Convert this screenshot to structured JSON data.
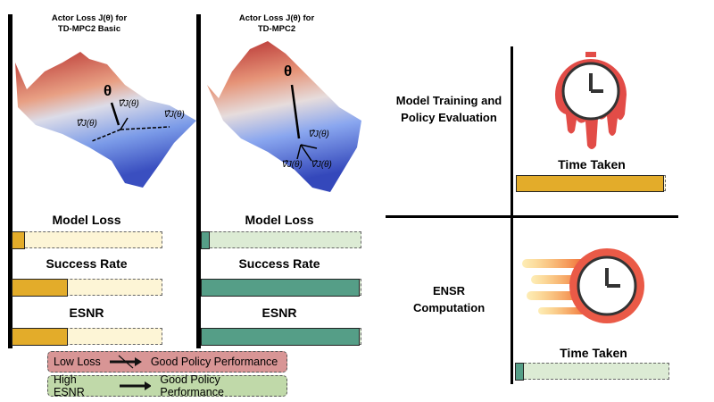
{
  "left_panel": {
    "title_line1": "Actor Loss J(θ) for",
    "title_line2": "TD-MPC2 Basic",
    "theta": "θ",
    "grad1": "∇̂J(θ)",
    "grad2": "∇̂J(θ)",
    "grad3": "∇̂J(θ)",
    "bars": [
      {
        "label": "Model Loss",
        "value": 0.09
      },
      {
        "label": "Success Rate",
        "value": 0.38
      },
      {
        "label": "ESNR",
        "value": 0.38
      }
    ]
  },
  "right_panel": {
    "title_line1": "Actor Loss J(θ) for",
    "title_line2": "TD-MPC2",
    "theta": "θ",
    "grad1": "∇̂J(θ)",
    "grad2": "∇̂J(θ)",
    "grad3": "∇̂J(θ)",
    "bars": [
      {
        "label": "Model Loss",
        "value": 0.06
      },
      {
        "label": "Success Rate",
        "value": 1.0
      },
      {
        "label": "ESNR",
        "value": 1.0
      }
    ]
  },
  "legend": [
    {
      "left": "Low Loss",
      "right": "Good Policy Performance",
      "crossed": true,
      "color": "#d89595"
    },
    {
      "left": "High ESNR",
      "right": "Good Policy Performance",
      "crossed": false,
      "color": "#c0d9a9"
    }
  ],
  "timing": {
    "top_label": "Model Training and Policy Evaluation",
    "top_time_label": "Time Taken",
    "top_value": 1.0,
    "top_icon": "melting-clock-icon",
    "bottom_label": "ENSR Computation",
    "bottom_time_label": "Time Taken",
    "bottom_value": 0.06,
    "bottom_icon": "fast-clock-icon"
  },
  "colors": {
    "yellow": "#e3ac2a",
    "yellow_light": "#fdf5d6",
    "green": "#559e87",
    "green_light": "#dcebd4",
    "red": "#e05a4f"
  }
}
